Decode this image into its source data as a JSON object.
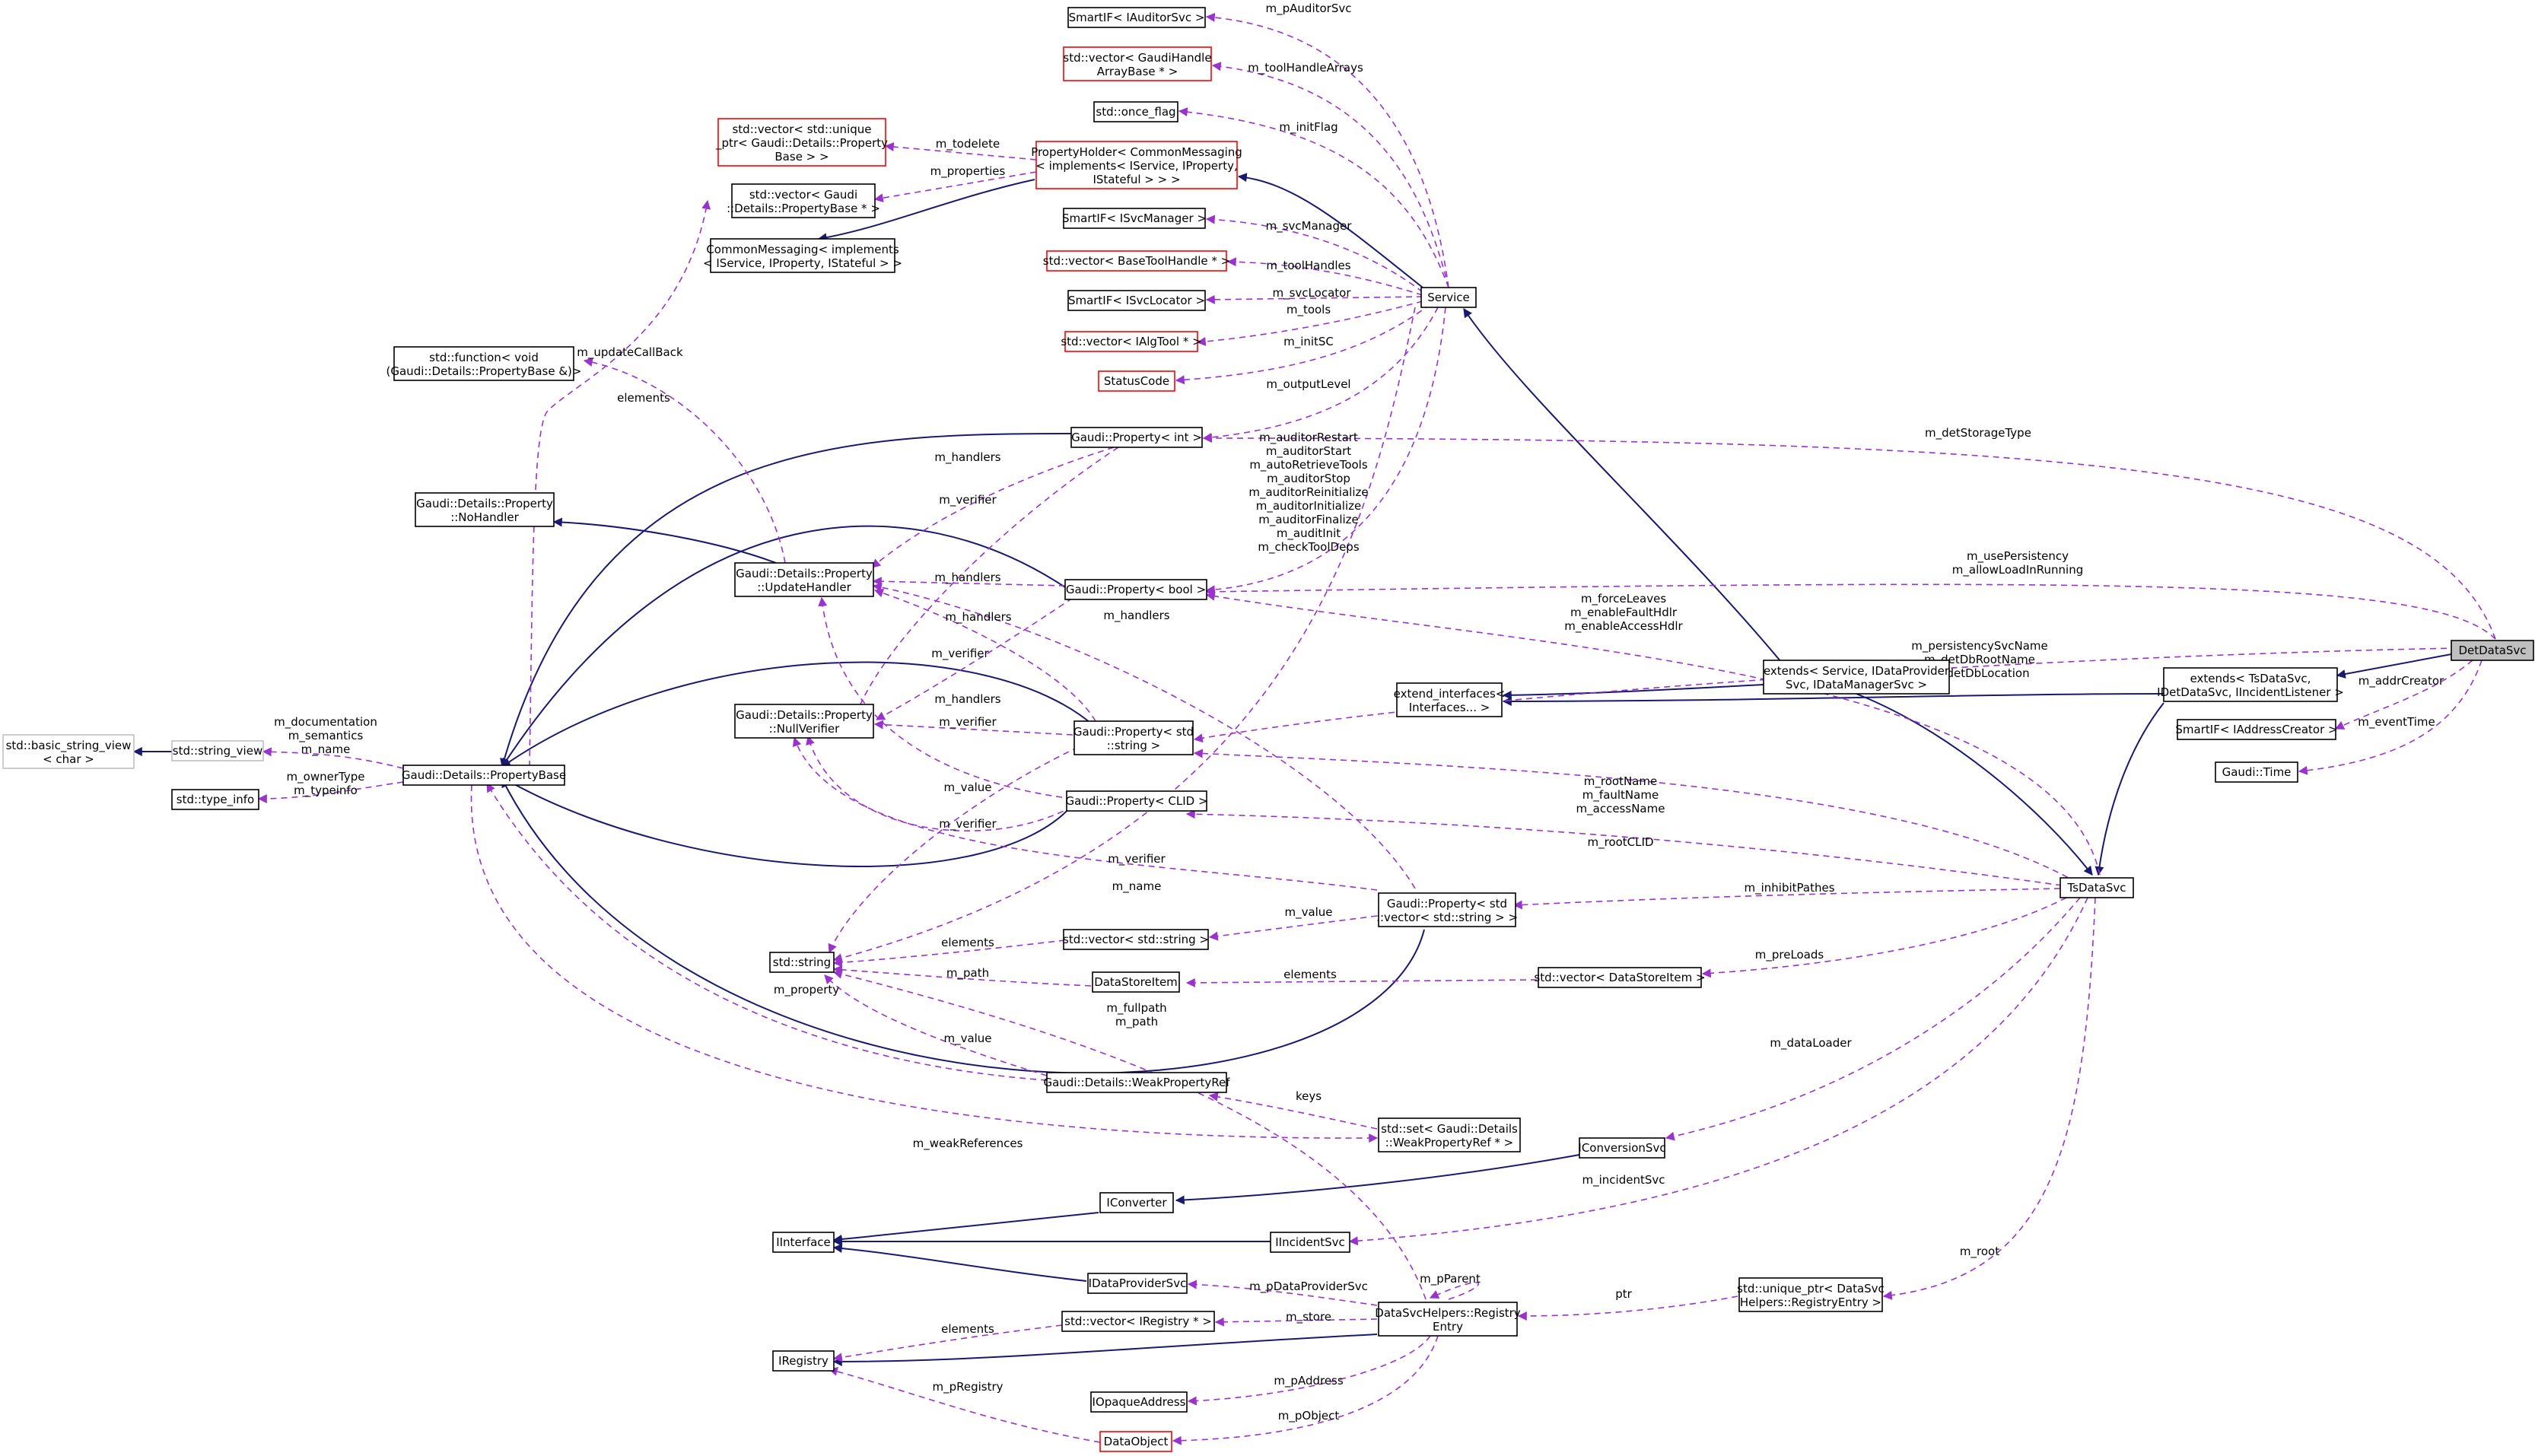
{
  "colors": {
    "inheritance_edge": "#191970",
    "usage_edge": "#9a32cd",
    "incomplete_node_border": "#ff0000",
    "external_node_border": "#bfbfbf",
    "selected_node_fill": "#bfbfbf"
  },
  "nodes": {
    "DetDataSvc": [
      "DetDataSvc"
    ],
    "extendsTsDataSvc": [
      "extends< TsDataSvc,",
      "IDetDataSvc, IIncidentListener >"
    ],
    "SmartIFAddr": [
      "SmartIF< IAddressCreator >"
    ],
    "GaudiTime": [
      "Gaudi::Time"
    ],
    "TsDataSvc": [
      "TsDataSvc"
    ],
    "extendsService": [
      "extends< Service, IDataProvider",
      "Svc, IDataManagerSvc >"
    ],
    "extendInterfaces": [
      "extend_interfaces<",
      "Interfaces... >"
    ],
    "Service": [
      "Service"
    ],
    "SmartIFAuditor": [
      "SmartIF< IAuditorSvc >"
    ],
    "vecToolHandleArray": [
      "std::vector< GaudiHandle",
      "ArrayBase * >"
    ],
    "onceFlag": [
      "std::once_flag"
    ],
    "PropertyHolder": [
      "PropertyHolder< CommonMessaging",
      "< implements< IService, IProperty,",
      "IStateful > > >"
    ],
    "vecUniquePtr": [
      "std::vector< std::unique",
      "_ptr< Gaudi::Details::Property",
      "Base > >"
    ],
    "vecPropBasePtr": [
      "std::vector< Gaudi",
      "::Details::PropertyBase * >"
    ],
    "CommonMessaging": [
      "CommonMessaging< implements",
      "< IService, IProperty, IStateful > >"
    ],
    "SmartIFSvcMgr": [
      "SmartIF< ISvcManager >"
    ],
    "vecBaseToolHandle": [
      "std::vector< BaseToolHandle * >"
    ],
    "SmartIFSvcLoc": [
      "SmartIF< ISvcLocator >"
    ],
    "vecAlgTool": [
      "std::vector< IAlgTool * >"
    ],
    "StatusCode": [
      "StatusCode"
    ],
    "stdFunction": [
      "std::function< void",
      "(Gaudi::Details::PropertyBase &)>"
    ],
    "PropInt": [
      "Gaudi::Property< int >"
    ],
    "NoHandler": [
      "Gaudi::Details::Property",
      "::NoHandler"
    ],
    "UpdateHandler": [
      "Gaudi::Details::Property",
      "::UpdateHandler"
    ],
    "PropBool": [
      "Gaudi::Property< bool >"
    ],
    "NullVerifier": [
      "Gaudi::Details::Property",
      "::NullVerifier"
    ],
    "PropString": [
      "Gaudi::Property< std",
      "::string >"
    ],
    "PropCLID": [
      "Gaudi::Property< CLID >"
    ],
    "basicStringView": [
      "std::basic_string_view",
      "< char >"
    ],
    "stringView": [
      "std::string_view"
    ],
    "PropertyBase": [
      "Gaudi::Details::PropertyBase"
    ],
    "typeInfo": [
      "std::type_info"
    ],
    "stdString": [
      "std::string"
    ],
    "vecString": [
      "std::vector< std::string >"
    ],
    "DataStoreItem": [
      "DataStoreItem"
    ],
    "vecDataStoreItem": [
      "std::vector< DataStoreItem >"
    ],
    "PropVecString": [
      "Gaudi::Property< std",
      "::vector< std::string > >"
    ],
    "WeakPropertyRef": [
      "Gaudi::Details::WeakPropertyRef"
    ],
    "setWeakRef": [
      "std::set< Gaudi::Details",
      "::WeakPropertyRef * >"
    ],
    "IConversionSvc": [
      "IConversionSvc"
    ],
    "IConverter": [
      "IConverter"
    ],
    "IInterface": [
      "IInterface"
    ],
    "IIncidentSvc": [
      "IIncidentSvc"
    ],
    "IDataProviderSvc": [
      "IDataProviderSvc"
    ],
    "vecIRegistry": [
      "std::vector< IRegistry * >"
    ],
    "RegistryEntry": [
      "DataSvcHelpers::Registry",
      "Entry"
    ],
    "uniquePtrRegistry": [
      "std::unique_ptr< DataSvc",
      "Helpers::RegistryEntry >"
    ],
    "IRegistry": [
      "IRegistry"
    ],
    "IOpaqueAddress": [
      "IOpaqueAddress"
    ],
    "DataObject": [
      "DataObject"
    ]
  },
  "edge_labels": {
    "pAuditorSvc": "m_pAuditorSvc",
    "toolHandleArrays": "m_toolHandleArrays",
    "initFlag": "m_initFlag",
    "todelete": "m_todelete",
    "properties": "m_properties",
    "svcManager": "m_svcManager",
    "toolHandles": "m_toolHandles",
    "svcLocator": "m_svcLocator",
    "tools": "m_tools",
    "initSC": "m_initSC",
    "outputLevel": "m_outputLevel",
    "updateCallBack": "m_updateCallBack",
    "elements1": "elements",
    "detStorageType": "m_detStorageType",
    "auditorRestart": "m_auditorRestart",
    "auditorStart": "m_auditorStart",
    "autoRetrieveTools": "m_autoRetrieveTools",
    "auditorStop": "m_auditorStop",
    "auditorReinitialize": "m_auditorReinitialize",
    "auditorInitialize": "m_auditorInitialize",
    "auditorFinalize": "m_auditorFinalize",
    "auditInit": "m_auditInit",
    "checkToolDeps": "m_checkToolDeps",
    "handlers1": "m_handlers",
    "verifier1": "m_verifier",
    "usePersistency": "m_usePersistency",
    "allowLoadInRunning": "m_allowLoadInRunning",
    "forceLeaves": "m_forceLeaves",
    "enableFaultHdlr": "m_enableFaultHdlr",
    "enableAccessHdlr": "m_enableAccessHdlr",
    "handlers2": "m_handlers",
    "handlers3": "m_handlers",
    "handlers4": "m_handlers",
    "persistencySvcName": "m_persistencySvcName",
    "detDbRootName": "m_detDbRootName",
    "detDbLocation": "m_detDbLocation",
    "addrCreator": "m_addrCreator",
    "eventTime": "m_eventTime",
    "verifier2": "m_verifier",
    "verifier3": "m_verifier",
    "handlers5": "m_handlers",
    "documentation": "m_documentation",
    "semantics": "m_semantics",
    "name1": "m_name",
    "ownerType": "m_ownerType",
    "typeinfo": "m_typeinfo",
    "value1": "m_value",
    "verifier4": "m_verifier",
    "rootName": "m_rootName",
    "faultName": "m_faultName",
    "accessName": "m_accessName",
    "rootCLID": "m_rootCLID",
    "verifier5": "m_verifier",
    "name2": "m_name",
    "inhibitPathes": "m_inhibitPathes",
    "elements2": "elements",
    "value2": "m_value",
    "path": "m_path",
    "elements3": "elements",
    "preLoads": "m_preLoads",
    "property": "m_property",
    "fullpath": "m_fullpath",
    "path2": "m_path",
    "value3": "m_value",
    "dataLoader": "m_dataLoader",
    "keys": "keys",
    "weakReferences": "m_weakReferences",
    "incidentSvc": "m_incidentSvc",
    "root": "m_root",
    "pParent": "m_pParent",
    "pDataProviderSvc": "m_pDataProviderSvc",
    "ptr": "ptr",
    "elements4": "elements",
    "store": "m_store",
    "pAddress": "m_pAddress",
    "pRegistry": "m_pRegistry",
    "pObject": "m_pObject"
  }
}
